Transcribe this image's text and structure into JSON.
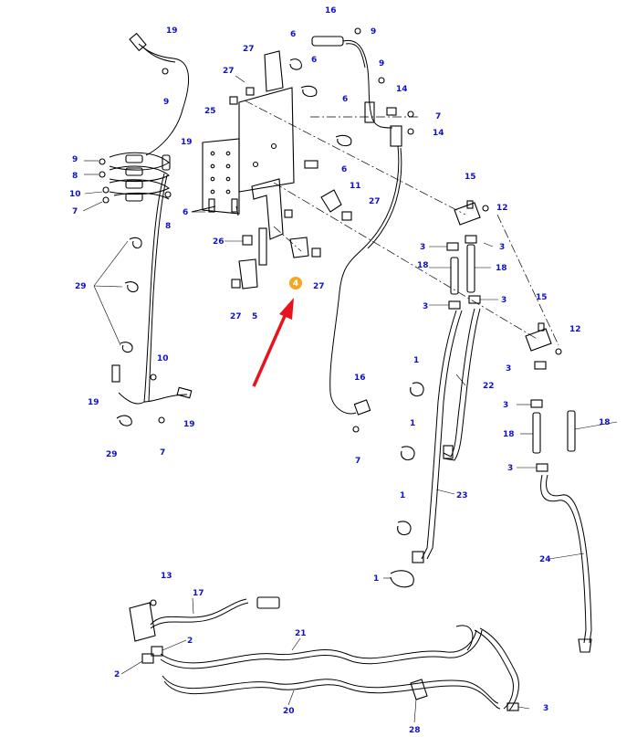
{
  "callouts": [
    {
      "id": "c-19a",
      "text": "19"
    },
    {
      "id": "c-9a",
      "text": "9"
    },
    {
      "id": "c-19b",
      "text": "19"
    },
    {
      "id": "c-9b",
      "text": "9"
    },
    {
      "id": "c-8a",
      "text": "8"
    },
    {
      "id": "c-10a",
      "text": "10"
    },
    {
      "id": "c-7a",
      "text": "7"
    },
    {
      "id": "c-8b",
      "text": "8"
    },
    {
      "id": "c-29a",
      "text": "29"
    },
    {
      "id": "c-10b",
      "text": "10"
    },
    {
      "id": "c-19c",
      "text": "19"
    },
    {
      "id": "c-19d",
      "text": "19"
    },
    {
      "id": "c-29b",
      "text": "29"
    },
    {
      "id": "c-7b",
      "text": "7"
    },
    {
      "id": "c-27a",
      "text": "27"
    },
    {
      "id": "c-27b",
      "text": "27"
    },
    {
      "id": "c-25",
      "text": "25"
    },
    {
      "id": "c-6a",
      "text": "6"
    },
    {
      "id": "c-6b",
      "text": "6"
    },
    {
      "id": "c-6c",
      "text": "6"
    },
    {
      "id": "c-6d",
      "text": "6"
    },
    {
      "id": "c-6e",
      "text": "6"
    },
    {
      "id": "c-11",
      "text": "11"
    },
    {
      "id": "c-27c",
      "text": "27"
    },
    {
      "id": "c-26",
      "text": "26"
    },
    {
      "id": "c-27d",
      "text": "27"
    },
    {
      "id": "c-27e",
      "text": "27"
    },
    {
      "id": "c-5",
      "text": "5"
    },
    {
      "id": "c-16a",
      "text": "16"
    },
    {
      "id": "c-9c",
      "text": "9"
    },
    {
      "id": "c-9d",
      "text": "9"
    },
    {
      "id": "c-14a",
      "text": "14"
    },
    {
      "id": "c-7c",
      "text": "7"
    },
    {
      "id": "c-14b",
      "text": "14"
    },
    {
      "id": "c-16b",
      "text": "16"
    },
    {
      "id": "c-7d",
      "text": "7"
    },
    {
      "id": "c-15a",
      "text": "15"
    },
    {
      "id": "c-12a",
      "text": "12"
    },
    {
      "id": "c-3a",
      "text": "3"
    },
    {
      "id": "c-3b",
      "text": "3"
    },
    {
      "id": "c-18a",
      "text": "18"
    },
    {
      "id": "c-18b",
      "text": "18"
    },
    {
      "id": "c-3c",
      "text": "3"
    },
    {
      "id": "c-3d",
      "text": "3"
    },
    {
      "id": "c-15b",
      "text": "15"
    },
    {
      "id": "c-12b",
      "text": "12"
    },
    {
      "id": "c-3e",
      "text": "3"
    },
    {
      "id": "c-3f",
      "text": "3"
    },
    {
      "id": "c-18c",
      "text": "18"
    },
    {
      "id": "c-18d",
      "text": "18"
    },
    {
      "id": "c-3g",
      "text": "3"
    },
    {
      "id": "c-1a",
      "text": "1"
    },
    {
      "id": "c-22",
      "text": "22"
    },
    {
      "id": "c-1b",
      "text": "1"
    },
    {
      "id": "c-23",
      "text": "23"
    },
    {
      "id": "c-1c",
      "text": "1"
    },
    {
      "id": "c-1d",
      "text": "1"
    },
    {
      "id": "c-24",
      "text": "24"
    },
    {
      "id": "c-13",
      "text": "13"
    },
    {
      "id": "c-17",
      "text": "17"
    },
    {
      "id": "c-2a",
      "text": "2"
    },
    {
      "id": "c-2b",
      "text": "2"
    },
    {
      "id": "c-21",
      "text": "21"
    },
    {
      "id": "c-20",
      "text": "20"
    },
    {
      "id": "c-28",
      "text": "28"
    },
    {
      "id": "c-3h",
      "text": "3"
    }
  ],
  "highlight": {
    "text": "4"
  },
  "colors": {
    "callout": "#1010cc",
    "highlight": "#f5a623",
    "arrow": "#e8141c",
    "line": "#000000"
  }
}
